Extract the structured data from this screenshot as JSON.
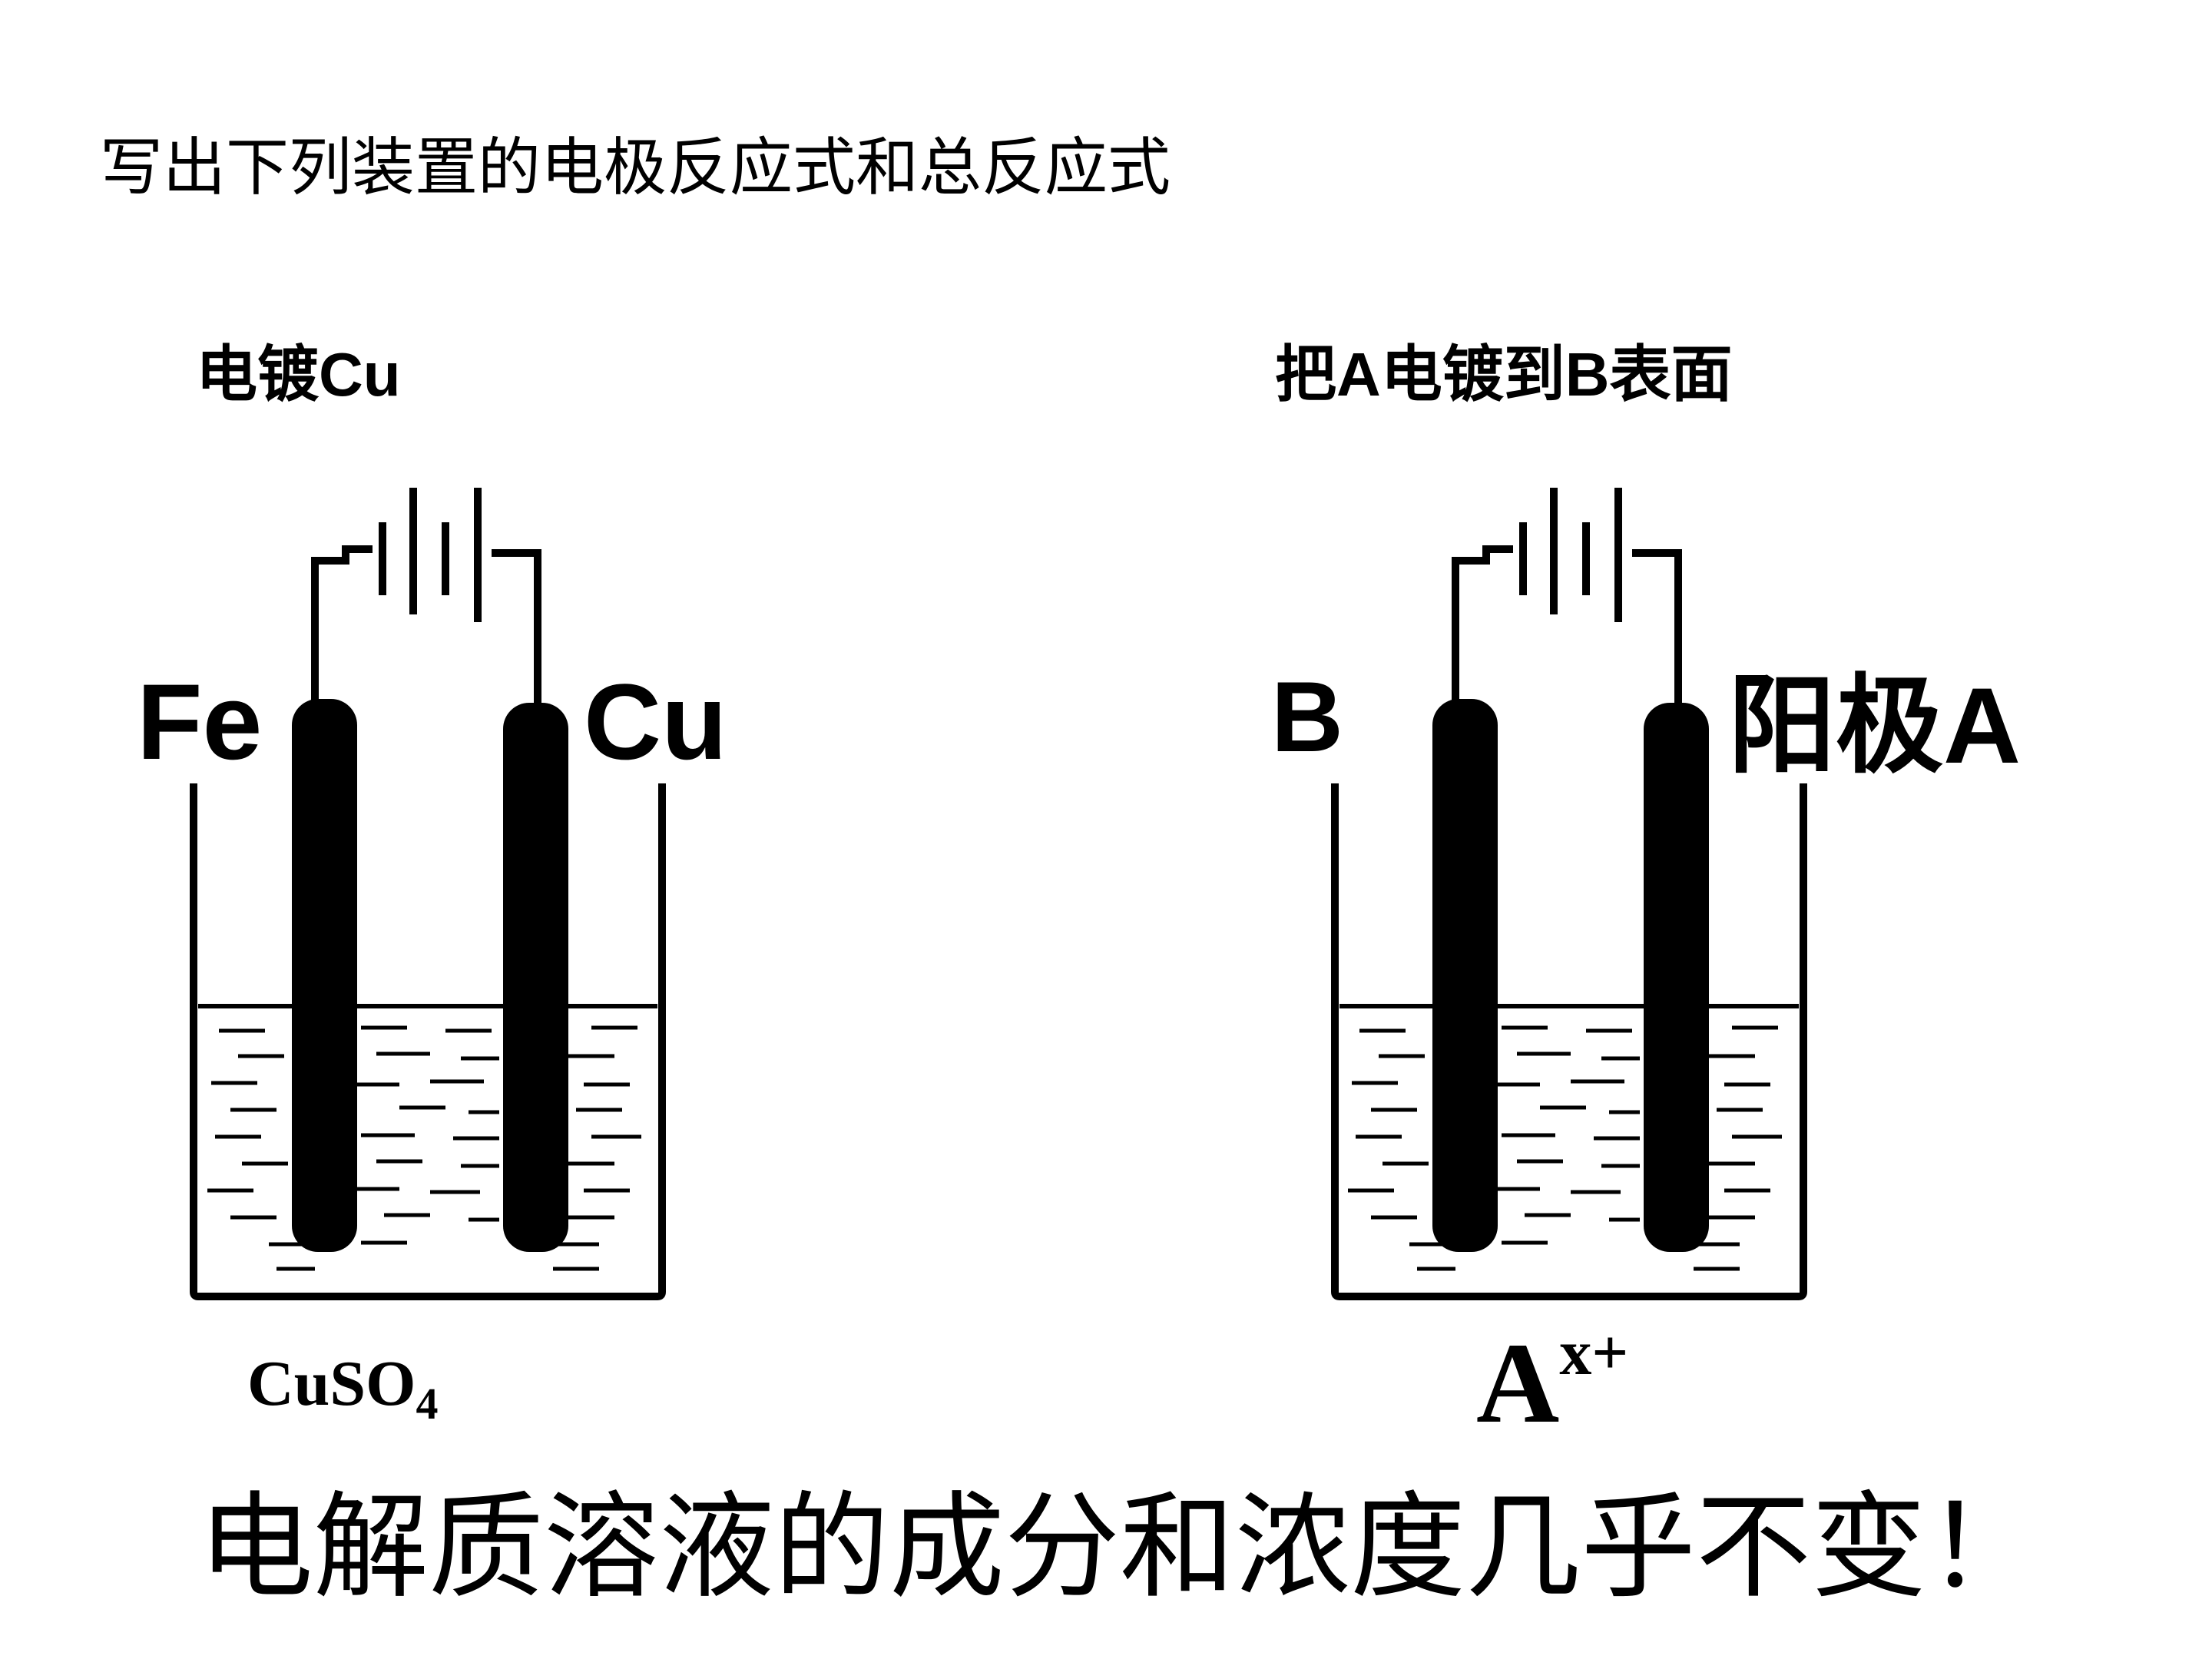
{
  "instruction": "写出下列装置的电极反应式和总反应式",
  "left_cell": {
    "caption": "电镀Cu",
    "left_electrode": "Fe",
    "right_electrode": "Cu",
    "electrolyte_base": "CuSO",
    "electrolyte_subscript": "4"
  },
  "right_cell": {
    "caption": "把A电镀到B表面",
    "left_electrode": "B",
    "right_electrode": "阳极A",
    "ion_symbol": "A",
    "ion_charge": "x+"
  },
  "conclusion": "电解质溶液的成分和浓度几乎不变！"
}
